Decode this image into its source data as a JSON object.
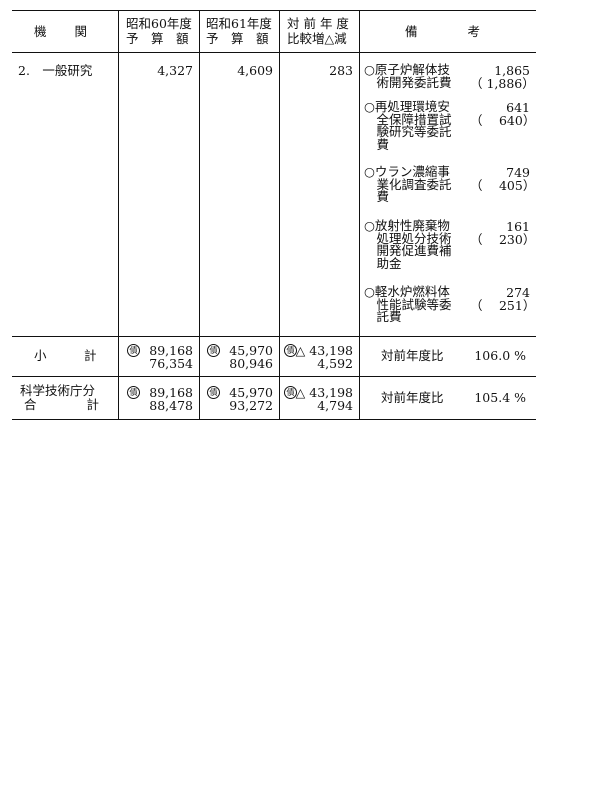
{
  "header": {
    "organ": "機　　関",
    "prev_1": "昭和60年度",
    "prev_2": "予　算　額",
    "curr_1": "昭和61年度",
    "curr_2": "予　算　額",
    "diff_1": "対 前 年 度",
    "diff_2": "比較増△減",
    "notes": "備　　　　考"
  },
  "row_research": {
    "organ": "2.　一般研究",
    "prev": "4,327",
    "curr": "4,609",
    "diff": "283",
    "notes": [
      {
        "text": "○原子炉解体技\n　術開発委託費",
        "value": "1,865",
        "prev": "（ 1,886）"
      },
      {
        "text": "○再処理環境安\n　全保障措置試\n　験研究等委託\n　費",
        "value": "641",
        "prev": "（　 640）"
      },
      {
        "text": "○ウラン濃縮事\n　業化調査委託\n　費",
        "value": "749",
        "prev": "（　 405）"
      },
      {
        "text": "○放射性廃棄物\n　処理処分技術\n　開発促進費補\n　助金",
        "value": "161",
        "prev": "（　 230）"
      },
      {
        "text": "○軽水炉燃料体\n　性能試験等委\n　託費",
        "value": "274",
        "prev": "（　 251）"
      }
    ]
  },
  "row_subtotal": {
    "organ": "小　　　計",
    "mark": "債",
    "prev_1": "89,168",
    "prev_2": "76,354",
    "curr_1": "45,970",
    "curr_2": "80,946",
    "diff_1": "△ 43,198",
    "diff_2": "4,592",
    "note_label": "対前年度比",
    "note_value": "106.0 %"
  },
  "row_total": {
    "organ_1": "科学技術庁分",
    "organ_2": "合　　　　計",
    "mark": "債",
    "prev_1": "89,168",
    "prev_2": "88,478",
    "curr_1": "45,970",
    "curr_2": "93,272",
    "diff_1": "△ 43,198",
    "diff_2": "4,794",
    "note_label": "対前年度比",
    "note_value": "105.4 %"
  }
}
